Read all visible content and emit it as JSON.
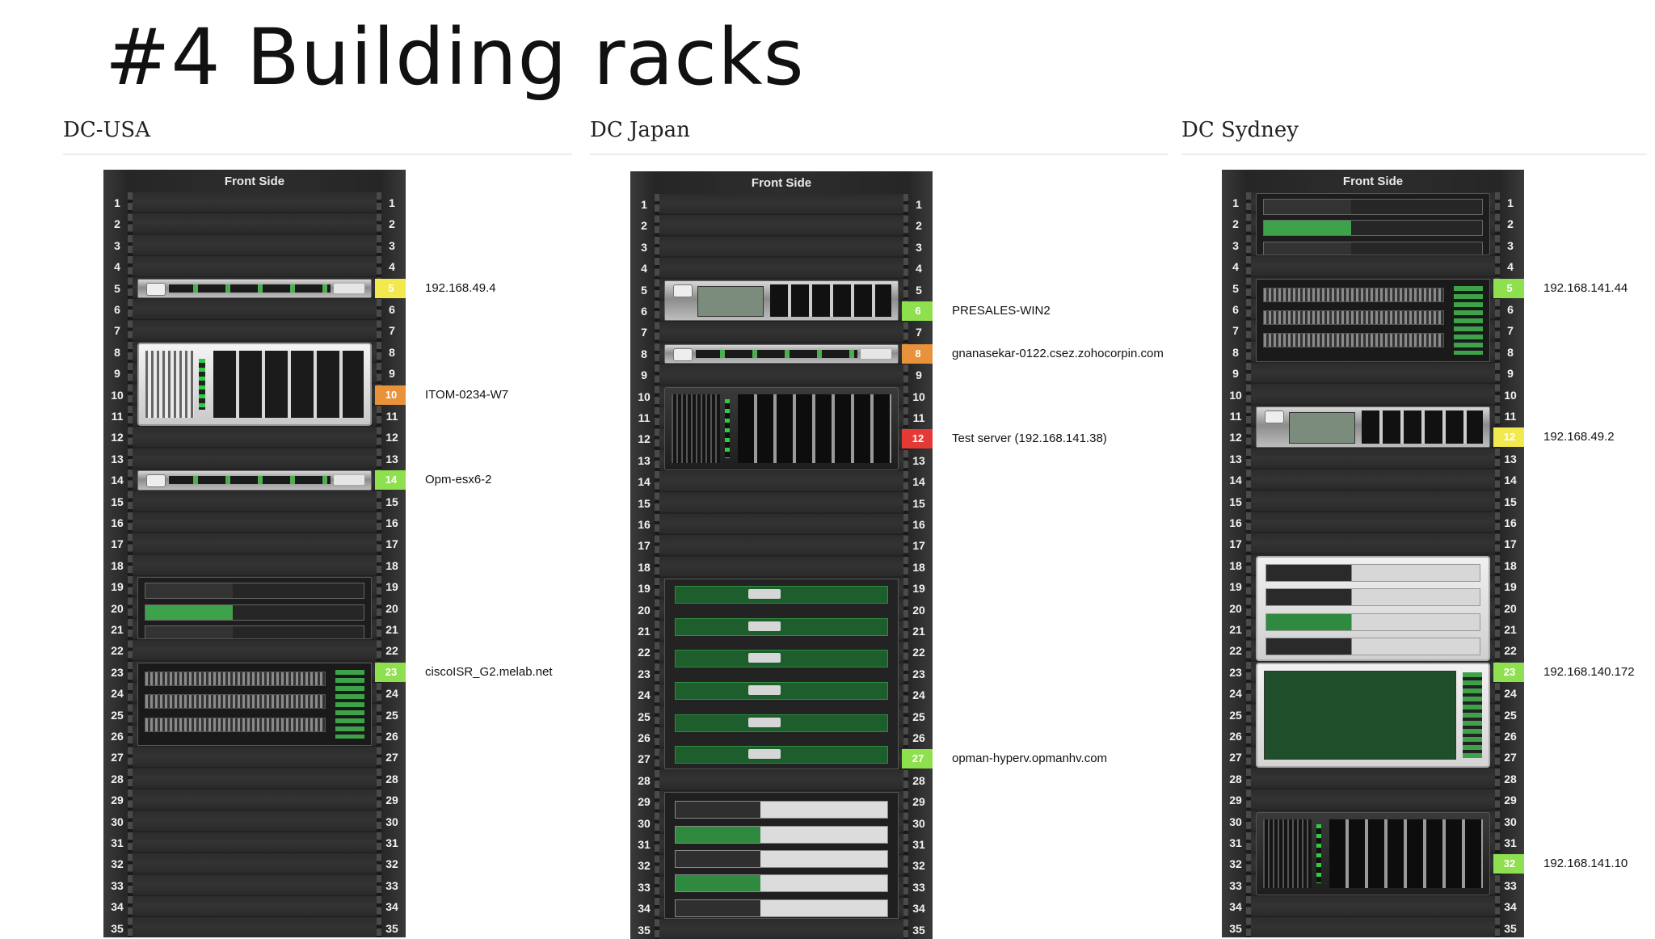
{
  "slide": {
    "title": "#4 Building racks"
  },
  "units": [
    "1",
    "2",
    "3",
    "4",
    "5",
    "6",
    "7",
    "8",
    "9",
    "10",
    "11",
    "12",
    "13",
    "14",
    "15",
    "16",
    "17",
    "18",
    "19",
    "20",
    "21",
    "22",
    "23",
    "24",
    "25",
    "26",
    "27",
    "28",
    "29",
    "30",
    "31",
    "32",
    "33",
    "34",
    "35"
  ],
  "racks": [
    {
      "id": "usa",
      "heading": "DC-USA",
      "front_label": "Front Side",
      "markers": [
        {
          "unit": "5",
          "color": "#f2e94e",
          "label": "192.168.49.4"
        },
        {
          "unit": "10",
          "color": "#e8923a",
          "label": "ITOM-0234-W7"
        },
        {
          "unit": "14",
          "color": "#8fe04e",
          "label": "Opm-esx6-2"
        },
        {
          "unit": "23",
          "color": "#8fe04e",
          "label": "ciscoISR_G2.melab.net"
        }
      ]
    },
    {
      "id": "japan",
      "heading": "DC Japan",
      "front_label": "Front Side",
      "markers": [
        {
          "unit": "6",
          "color": "#8fe04e",
          "label": "PRESALES-WIN2"
        },
        {
          "unit": "8",
          "color": "#e8923a",
          "label": "gnanasekar-0122.csez.zohocorpin.com"
        },
        {
          "unit": "12",
          "color": "#e53935",
          "label": "Test server (192.168.141.38)"
        },
        {
          "unit": "27",
          "color": "#8fe04e",
          "label": "opman-hyperv.opmanhv.com"
        }
      ]
    },
    {
      "id": "sydney",
      "heading": "DC Sydney",
      "front_label": "Front Side",
      "markers": [
        {
          "unit": "5",
          "color": "#8fe04e",
          "label": "192.168.141.44"
        },
        {
          "unit": "12",
          "color": "#f2e94e",
          "label": "192.168.49.2"
        },
        {
          "unit": "23",
          "color": "#8fe04e",
          "label": "192.168.140.172"
        },
        {
          "unit": "32",
          "color": "#8fe04e",
          "label": "192.168.141.10"
        }
      ]
    }
  ]
}
